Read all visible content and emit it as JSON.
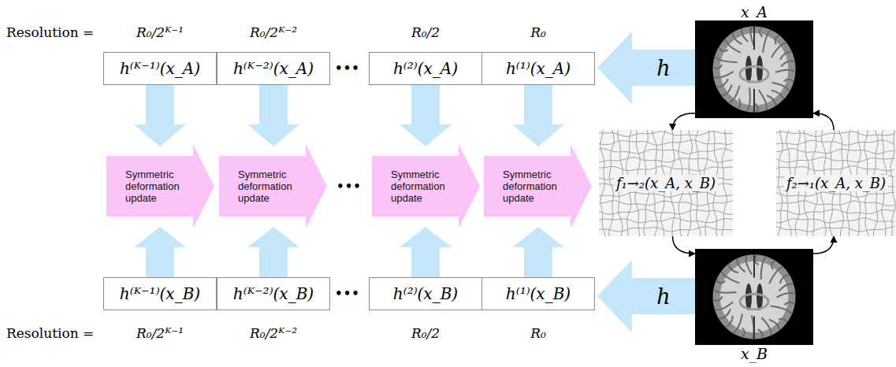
{
  "diagram": {
    "nodes": [
      {
        "text": [
          "h⁽ᴷ⁻¹⁾(x_A)"
        ]
      },
      {
        "text": [
          "h⁽ᴷ⁻²⁾(x_A)"
        ]
      },
      {
        "text": [
          "h⁽²⁾(x_A)"
        ]
      },
      {
        "text": [
          "h⁽¹⁾(x_A)"
        ]
      },
      {
        "text": [
          "Symmetric deformation update"
        ]
      },
      {
        "text": [
          "Symmetric deformation update"
        ]
      },
      {
        "text": [
          "Symmetric deformation update"
        ]
      },
      {
        "text": [
          "Symmetric deformation update"
        ]
      },
      {
        "text": [
          "h⁽ᴷ⁻¹⁾(x_B)"
        ]
      },
      {
        "text": [
          "h⁽ᴷ⁻²⁾(x_B)"
        ]
      },
      {
        "text": [
          "h⁽²⁾(x_B)"
        ]
      },
      {
        "text": [
          "h⁽¹⁾(x_B)"
        ]
      },
      {
        "text": [
          "h"
        ]
      },
      {
        "text": [
          "x_A"
        ]
      },
      {
        "text": [
          "f₁→₂(x_A, x_B)"
        ]
      },
      {
        "text": [
          "f₂→₁(x_A, x_B)"
        ]
      },
      {
        "text": [
          "h"
        ]
      },
      {
        "text": [
          "x_B"
        ]
      }
    ],
    "edges": [
      {
        "from": 13,
        "to": 14,
        "arrow": "to"
      },
      {
        "from": 14,
        "to": 17,
        "arrow": "to"
      },
      {
        "from": 17,
        "to": 15,
        "arrow": "to"
      },
      {
        "from": 15,
        "to": 13,
        "arrow": "to"
      }
    ],
    "labels": [
      "Resolution =",
      "R₀/2ᴷ⁻¹",
      "R₀/2ᴷ⁻²",
      "R₀/2",
      "R₀",
      "•••",
      "•••",
      "•••",
      "Resolution =",
      "R₀/2ᴷ⁻¹",
      "R₀/2ᴷ⁻²",
      "R₀/2",
      "R₀"
    ]
  }
}
